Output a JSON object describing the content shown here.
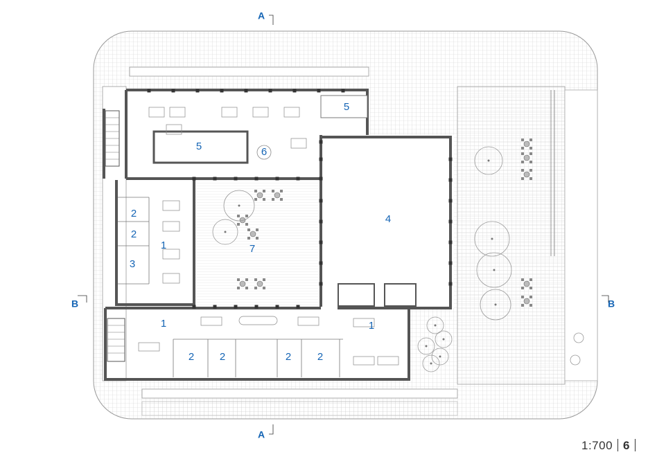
{
  "plan": {
    "rooms": [
      {
        "id": "r5a",
        "label": "5"
      },
      {
        "id": "r5b",
        "label": "5"
      },
      {
        "id": "r6",
        "label": "6"
      },
      {
        "id": "r4",
        "label": "4"
      },
      {
        "id": "r7",
        "label": "7"
      },
      {
        "id": "r2a",
        "label": "2"
      },
      {
        "id": "r2b",
        "label": "2"
      },
      {
        "id": "r3",
        "label": "3"
      },
      {
        "id": "r1a",
        "label": "1"
      },
      {
        "id": "r1b",
        "label": "1"
      },
      {
        "id": "r1c",
        "label": "1"
      },
      {
        "id": "r2c",
        "label": "2"
      },
      {
        "id": "r2d",
        "label": "2"
      },
      {
        "id": "r2e",
        "label": "2"
      },
      {
        "id": "r2f",
        "label": "2"
      }
    ],
    "sections": {
      "a_top": "A",
      "a_bottom": "A",
      "b_left": "B",
      "b_right": "B"
    }
  },
  "footer": {
    "scale": "1:700",
    "page_number": "6"
  }
}
